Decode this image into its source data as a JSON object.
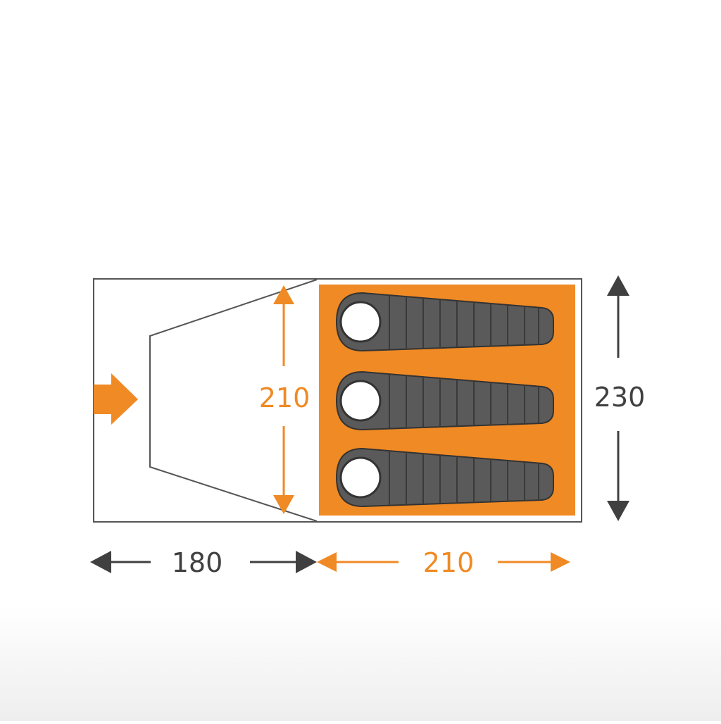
{
  "diagram": {
    "colors": {
      "accent": "#f08a24",
      "dark": "#404040",
      "outline": "#555555",
      "sleeping_bag": "#5a5a5a",
      "background": "#ffffff"
    },
    "dimensions": {
      "inner_height": "210",
      "total_depth": "230",
      "vestibule_length": "180",
      "inner_length": "210"
    },
    "sleeping_bags": 3,
    "icons": [
      "entrance-arrow-icon",
      "dimension-arrow-icon"
    ]
  }
}
